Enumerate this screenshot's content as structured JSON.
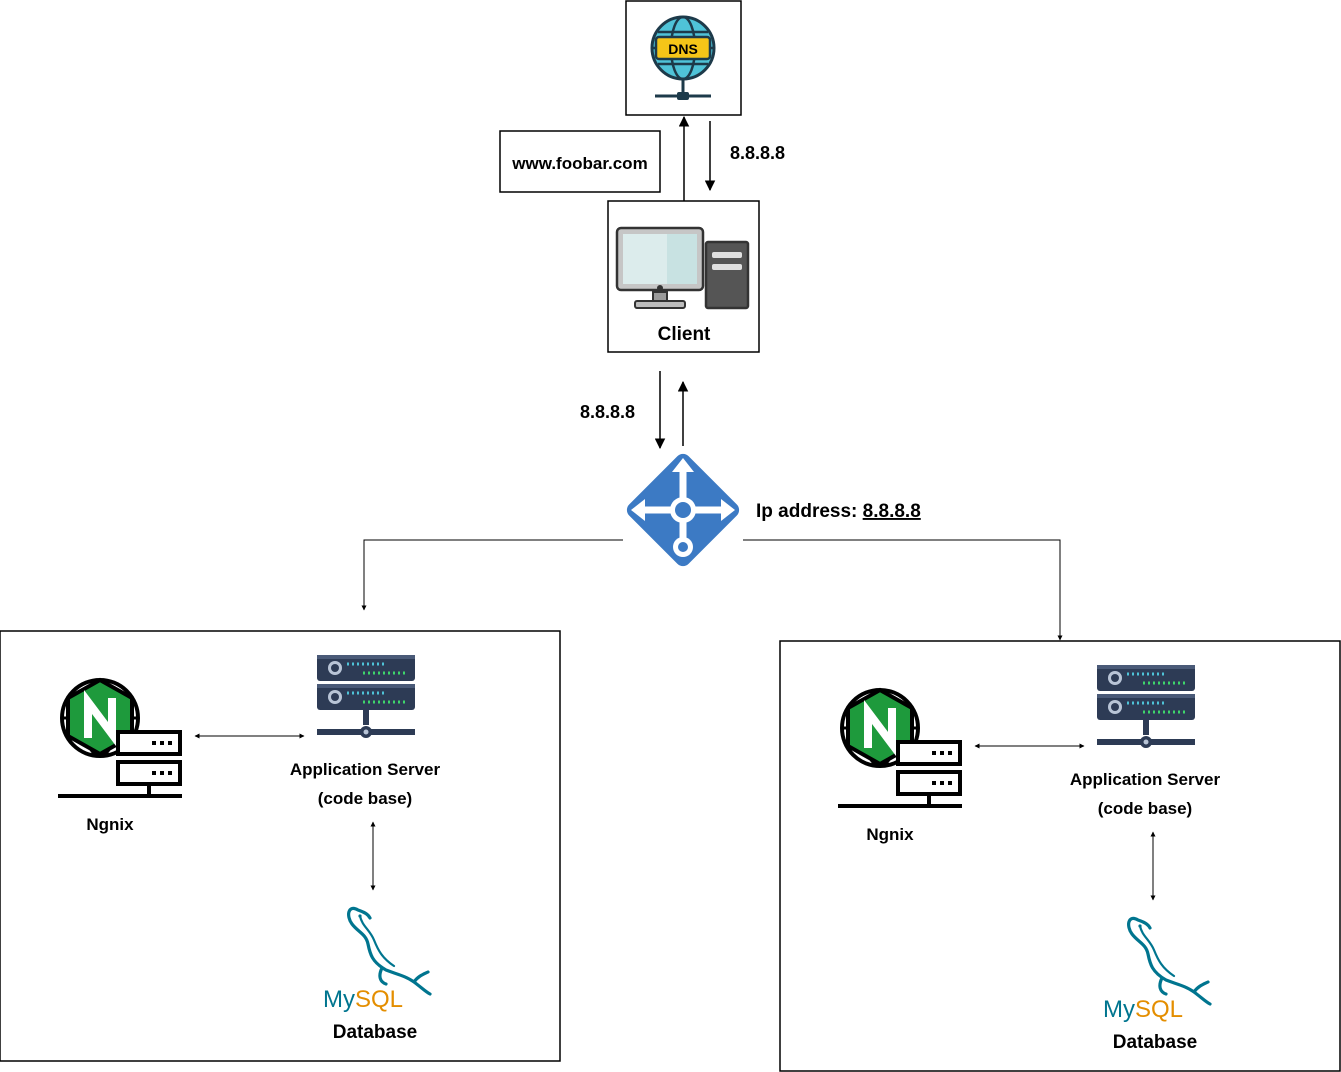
{
  "dns": {
    "icon": "dns-globe-icon",
    "badge": "DNS"
  },
  "query": {
    "domain": "www.foobar.com"
  },
  "dns_reply": {
    "ip": "8.8.8.8"
  },
  "client": {
    "label": "Client",
    "icon": "desktop-computer-icon"
  },
  "client_to_lb": {
    "ip": "8.8.8.8"
  },
  "load_balancer": {
    "icon": "load-balancer-icon",
    "ip_label": "Ip address:",
    "ip_value": "8.8.8.8"
  },
  "servers": [
    {
      "nginx_label": "Ngnix",
      "app_label_line1": "Application Server",
      "app_label_line2": "(code base)",
      "mysql_logo": "MySQL",
      "db_label": "Database"
    },
    {
      "nginx_label": "Ngnix",
      "app_label_line1": "Application Server",
      "app_label_line2": "(code base)",
      "mysql_logo": "MySQL",
      "db_label": "Database"
    }
  ],
  "colors": {
    "nginx_green": "#1e9a3c",
    "server_navy": "#2d3b55",
    "lb_blue": "#3c7ac4",
    "dns_teal": "#4fc3d8",
    "dns_yellow": "#f5c518",
    "mysql_blue": "#00758f",
    "mysql_orange": "#e48e00"
  }
}
